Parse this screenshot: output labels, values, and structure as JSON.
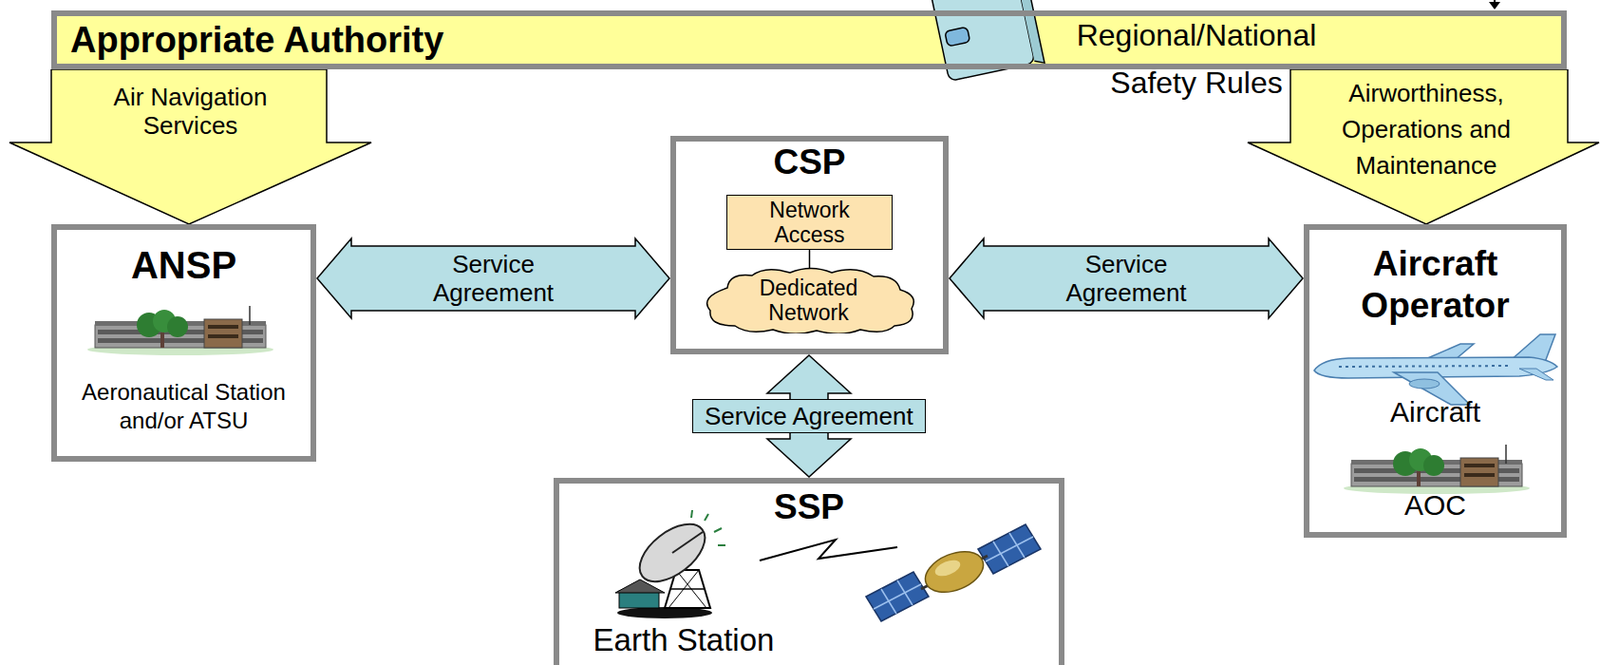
{
  "diagram": {
    "nodes": [
      {
        "text": [
          "Appropriate Authority"
        ]
      },
      {
        "text": [
          "Air Navigation Services"
        ]
      },
      {
        "text": [
          "Airworthiness, Operations and Maintenance"
        ]
      },
      {
        "text": [
          "ANSP",
          "Aeronautical Station and/or ATSU"
        ]
      },
      {
        "text": [
          "CSP"
        ]
      },
      {
        "text": [
          "Network Access"
        ],
        "in": 4
      },
      {
        "text": [
          "Dedicated Network"
        ],
        "in": 4
      },
      {
        "text": [
          "Aircraft Operator",
          "Aircraft",
          "AOC"
        ]
      },
      {
        "text": [
          "SSP",
          "Earth Station",
          "Satellite"
        ]
      }
    ],
    "edges": [
      {
        "from": 3,
        "to": 4,
        "arrow": "both",
        "label": "Service Agreement"
      },
      {
        "from": 4,
        "to": 7,
        "arrow": "both",
        "label": "Service Agreement"
      },
      {
        "from": 4,
        "to": 8,
        "arrow": "both",
        "label": "Service Agreement"
      },
      {
        "from": 5,
        "to": 6,
        "arrow": "none"
      }
    ],
    "labels": [
      "Regional/National Safety Rules"
    ]
  }
}
